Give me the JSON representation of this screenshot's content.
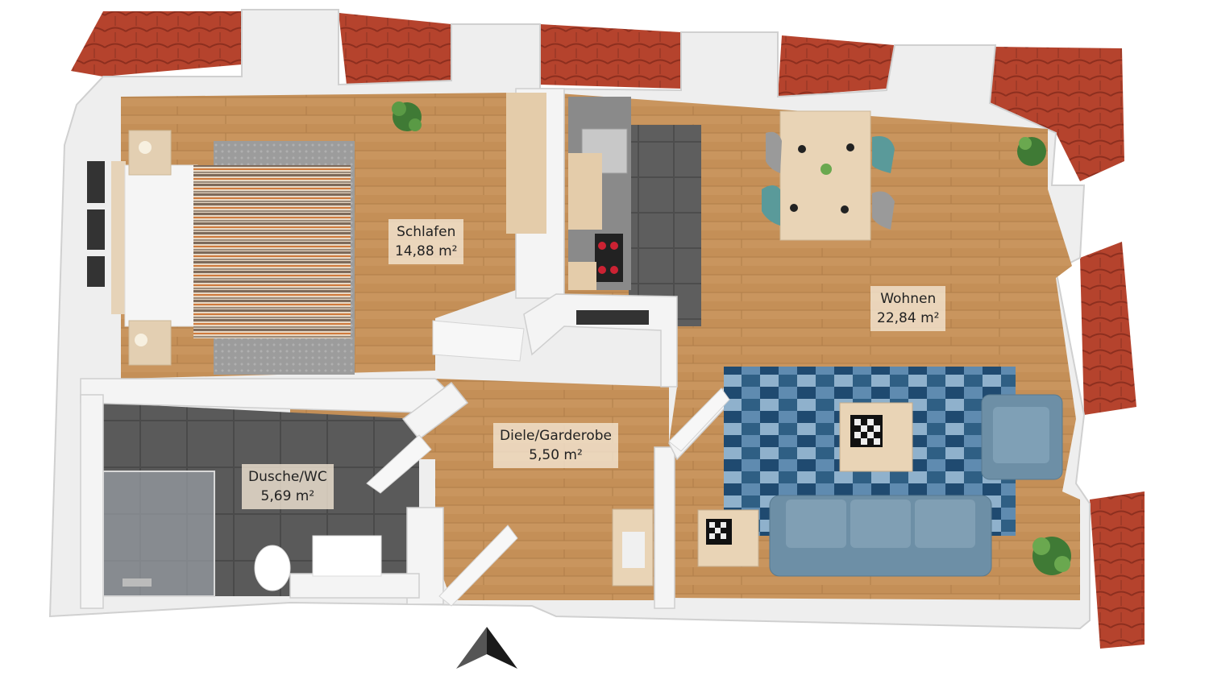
{
  "rooms": [
    {
      "name": "Schlafen",
      "area": "14,88 m²"
    },
    {
      "name": "Wohnen",
      "area": "22,84 m²"
    },
    {
      "name": "Diele/Garderobe",
      "area": "5,50 m²"
    },
    {
      "name": "Dusche/WC",
      "area": "5,69 m²"
    }
  ],
  "colors": {
    "roof": "#b5432d",
    "floor": "#c9955e",
    "wall": "#f2f2f2",
    "bath_tile": "#5a5a5a",
    "rug_blue": "#2f5f84",
    "sofa": "#6d8fa6"
  },
  "icons": [
    "north-arrow-icon",
    "plant-icon",
    "bed-icon",
    "sofa-icon",
    "chess-board-icon"
  ]
}
